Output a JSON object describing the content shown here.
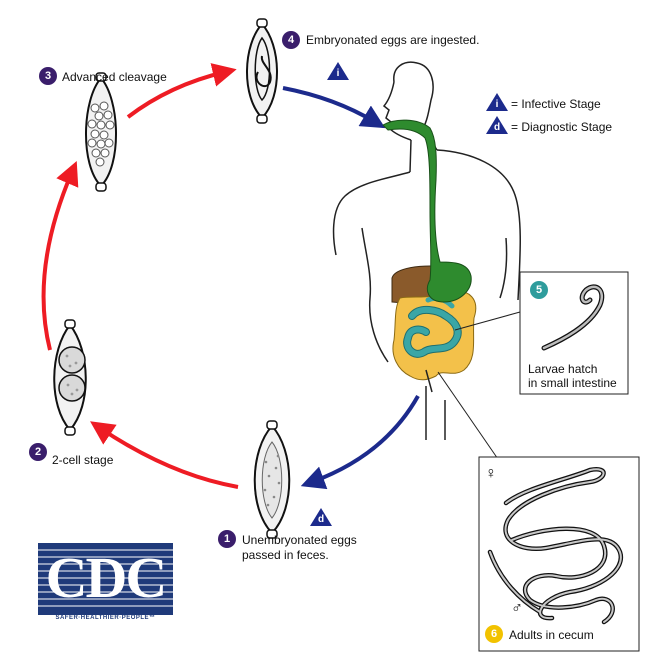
{
  "colors": {
    "arrow_red": "#ee1c24",
    "arrow_blue": "#1c2a8c",
    "stage_number_purple": "#3a1e6b",
    "stage_number_teal": "#2e9c9c",
    "stage_number_yellow": "#f2c200",
    "triangle_blue": "#1c2a8c",
    "esophagus_green": "#2e8b2e",
    "liver_brown": "#8a5a2b",
    "small_intestine_teal": "#3aa6a6",
    "colon_yellow": "#f3c14a",
    "cdc_blue": "#1f3a7a"
  },
  "stages": [
    {
      "number": "1",
      "label_lines": [
        "Unembryonated eggs",
        "passed in feces."
      ]
    },
    {
      "number": "2",
      "label_lines": [
        "2-cell stage"
      ]
    },
    {
      "number": "3",
      "label_lines": [
        "Advanced cleavage"
      ]
    },
    {
      "number": "4",
      "label_lines": [
        "Embryonated eggs are ingested."
      ]
    },
    {
      "number": "5",
      "label_lines": [
        "Larvae hatch",
        "in small intestine"
      ]
    },
    {
      "number": "6",
      "label_lines": [
        "Adults in cecum"
      ]
    }
  ],
  "legend": {
    "infective": {
      "letter": "i",
      "text": "= Infective Stage"
    },
    "diagnostic": {
      "letter": "d",
      "text": "= Diagnostic Stage"
    }
  },
  "stage_markers": {
    "infective_letter": "i",
    "diagnostic_letter": "d"
  },
  "sex_symbols": {
    "female": "♀",
    "male": "♂"
  },
  "logo": {
    "letters": "CDC",
    "tagline": "SAFER·HEALTHIER·PEOPLE™"
  }
}
